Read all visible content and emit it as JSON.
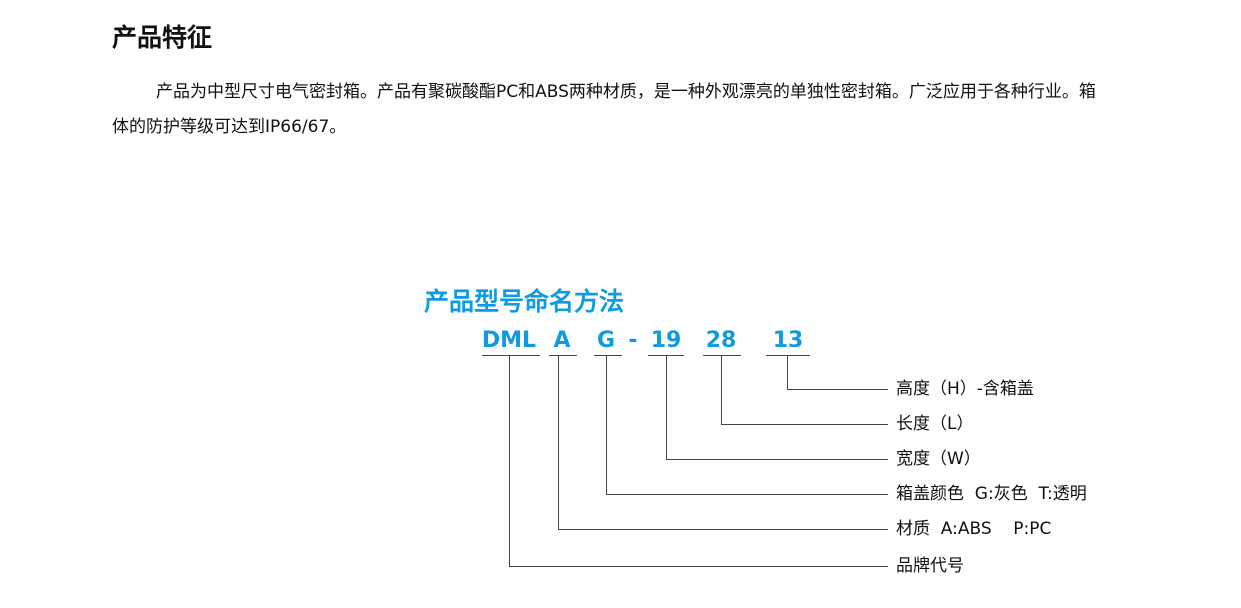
{
  "features": {
    "title": "产品特征",
    "description": "产品为中型尺寸电气密封箱。产品有聚碳酸酯PC和ABS两种材质，是一种外观漂亮的单独性密封箱。广泛应用于各种行业。箱体的防护等级可达到IP66/67。"
  },
  "naming": {
    "title": "产品型号命名方法",
    "segments": [
      "DML",
      "A",
      "G",
      "-",
      "19",
      "28",
      "13"
    ],
    "labels": [
      "高度（H）-含箱盖",
      "长度（L）",
      "宽度（W）",
      "箱盖颜色  G:灰色  T:透明",
      "材质  A:ABS    P:PC",
      "品牌代号"
    ]
  },
  "colors": {
    "accent": "#0e9be0",
    "line": "#444444"
  }
}
